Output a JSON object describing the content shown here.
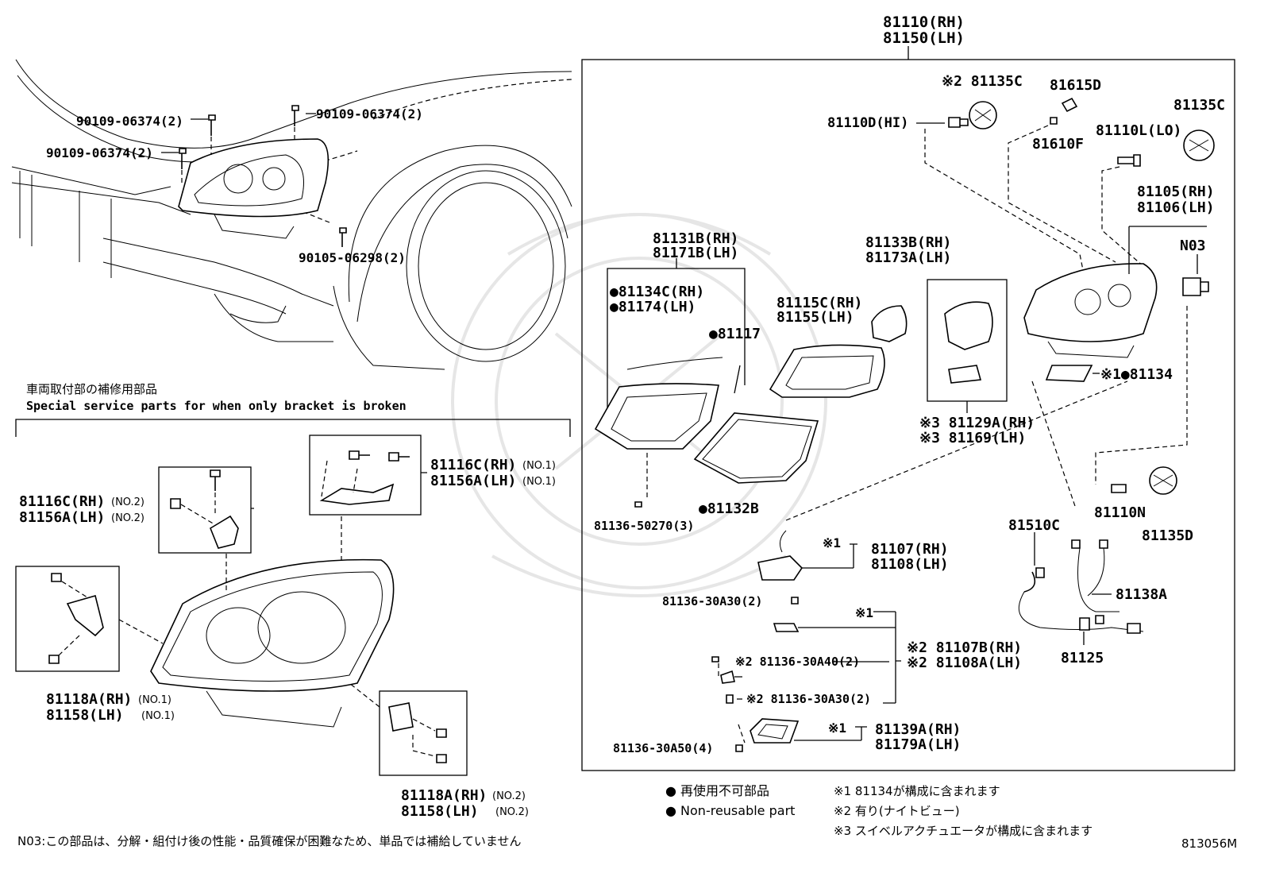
{
  "labels": {
    "main_rh": "81110(RH)",
    "main_lh": "81150(LH)",
    "bolt_tl": "90109-06374(2)",
    "bolt_tr": "90109-06374(2)",
    "bolt_ml": "90109-06374(2)",
    "bolt_bot": "90105-06298(2)",
    "jp_title": "車両取付部の補修用部品",
    "en_title": "Special service parts for when only bracket is broken",
    "p81116c_r1": "81116C(RH)",
    "p81116c_r1s": "(NO.1)",
    "p81156a_r1": "81156A(LH)",
    "p81156a_r1s": "(NO.1)",
    "p81116c_r2": "81116C(RH)",
    "p81116c_r2s": "(NO.2)",
    "p81156a_r2": "81156A(LH)",
    "p81156a_r2s": "(NO.2)",
    "p81118a_1": "81118A(RH)",
    "p81118a_1s": "(NO.1)",
    "p81158_1": "81158(LH)",
    "p81158_1s": "(NO.1)",
    "p81118a_2": "81118A(RH)",
    "p81118a_2s": "(NO.2)",
    "p81158_2": "81158(LH)",
    "p81158_2s": "(NO.2)",
    "p81135c_top": "※2 81135C",
    "p81110d": "81110D(HI)",
    "p81615d": "81615D",
    "p81610f": "81610F",
    "p81135c_r": "81135C",
    "p81110l": "81110L(LO)",
    "p81105": "81105(RH)",
    "p81106": "81106(LH)",
    "n03": "N03",
    "p81131b": "81131B(RH)",
    "p81171b": "81171B(LH)",
    "p81134c": "●81134C(RH)",
    "p81174": "●81174(LH)",
    "p81117": "●81117",
    "p81133b": "81133B(RH)",
    "p81173a": "81173A(LH)",
    "p81115c": "81115C(RH)",
    "p81155": "81155(LH)",
    "p81134": "※1●81134",
    "p81129a": "※3 81129A(RH)",
    "p81169": "※3 81169(LH)",
    "p81136_50270": "81136-50270(3)",
    "p81132b": "●81132B",
    "p81110n": "81110N",
    "p81135d": "81135D",
    "p81510c": "81510C",
    "p81138a": "81138A",
    "p81125": "81125",
    "ref1a": "※1",
    "p81107": "81107(RH)",
    "p81108": "81108(LH)",
    "p81136_30a30a": "81136-30A30(2)",
    "ref1b": "※1",
    "p81107b": "※2 81107B(RH)",
    "p81108a": "※2 81108A(LH)",
    "p81136_30a40": "※2 81136-30A40(2)",
    "p81136_30a30b": "※2 81136-30A30(2)",
    "ref1c": "※1",
    "p81139a": "81139A(RH)",
    "p81179a": "81179A(LH)",
    "p81136_30a50": "81136-30A50(4)"
  },
  "legend": {
    "dot_jp": "● 再使用不可部品",
    "dot_en": "● Non-reusable part",
    "note1": "※1  81134が構成に含まれます",
    "note2": "※2  有り(ナイトビュー)",
    "note3": "※3  スイベルアクチュエータが構成に含まれます",
    "footer_note": "N03:この部品は、分解・組付け後の性能・品質確保が困難なため、単品では補給していません",
    "diagram_code": "813056M"
  }
}
